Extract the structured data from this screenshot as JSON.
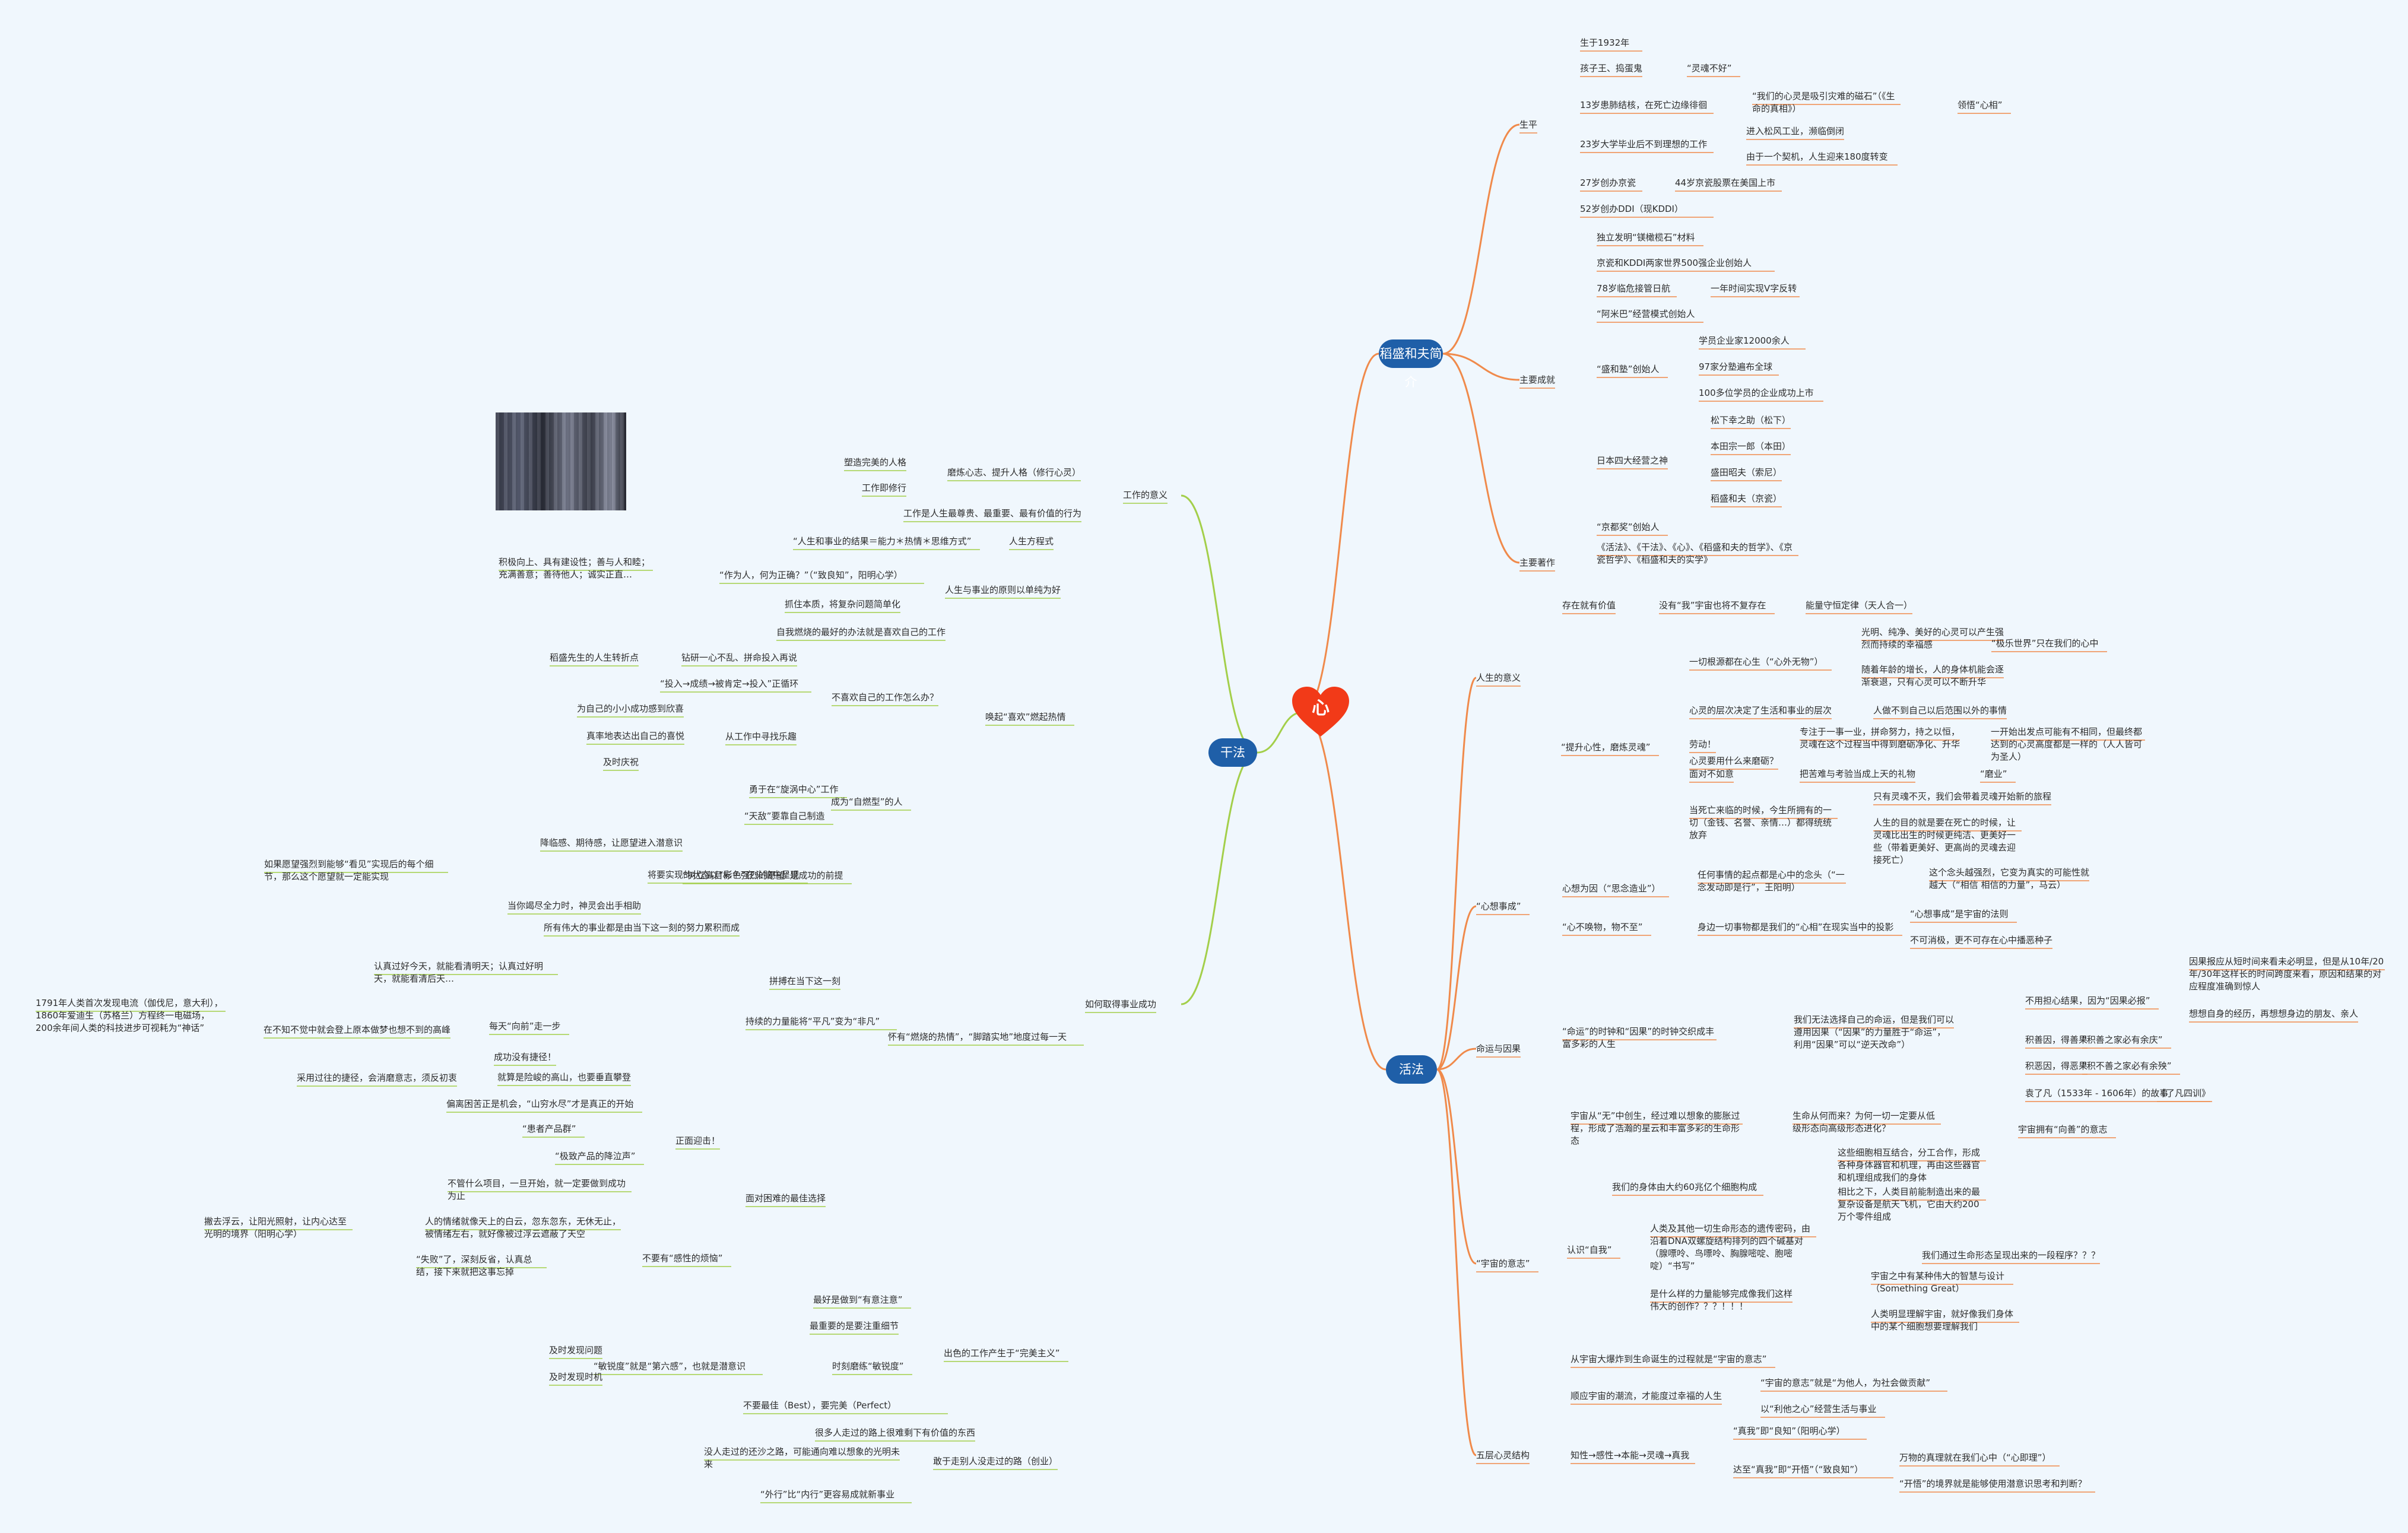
{
  "center": {
    "label": "心"
  },
  "colors": {
    "orange": "#f08a4b",
    "green": "#a3cf4a",
    "node_blue": "#1f5fa8",
    "heart_red": "#f23a18"
  },
  "branches": {
    "intro": {
      "label": "稻盛和夫简介"
    },
    "work": {
      "label": "干法"
    },
    "life": {
      "label": "活法"
    }
  },
  "texts": [
    "生平",
    "生于1932年",
    "孩子王、捣蛋鬼",
    "“灵魂不好”",
    "13岁患肺结核，在死亡边缘徘徊",
    "“我们的心灵是吸引灾难的磁石”（《生命的真相》）",
    "领悟“心相”",
    "23岁大学毕业后不到理想的工作",
    "进入松风工业，濒临倒闭",
    "由于一个契机，人生迎来180度转变",
    "27岁创办京瓷",
    "44岁京瓷股票在美国上市",
    "52岁创办DDI（现KDDI）",
    "主要成就",
    "独立发明“镁橄榄石”材料",
    "京瓷和KDDI两家世界500强企业创始人",
    "78岁临危接管日航",
    "一年时间实现V字反转",
    "“阿米巴”经营模式创始人",
    "“盛和塾”创始人",
    "学员企业家12000余人",
    "97家分塾遍布全球",
    "100多位学员的企业成功上市",
    "日本四大经营之神",
    "松下幸之助（松下）",
    "本田宗一郎（本田）",
    "盛田昭夫（索尼）",
    "稻盛和夫（京瓷）",
    "“京都奖”创始人",
    "主要著作",
    "《活法》、《干法》、《心》、《稻盛和夫的哲学》、《京瓷哲学》、《稻盛和夫的实学》",
    "人生的意义",
    "存在就有价值",
    "没有“我”宇宙也将不复存在",
    "能量守恒定律（天人合一）",
    "一切根源都在心生（“心外无物”）",
    "光明、纯净、美好的心灵可以产生强烈而持续的幸福感",
    "“极乐世界”只在我们的心中",
    "随着年龄的增长，人的身体机能会逐渐衰退，只有心灵可以不断升华",
    "心灵的层次决定了生活和事业的层次",
    "人做不到自己以后范围以外的事情",
    "心灵要用什么来磨砺？",
    "劳动！",
    "专注于一事一业，拼命努力，持之以恒，灵魂在这个过程当中得到磨砺净化、升华",
    "一开始出发点可能有不相同，但最终都达到的心灵高度都是一样的（人人皆可为圣人）",
    "面对不如意",
    "把苦难与考验当成上天的礼物",
    "“磨业”",
    "“提升心性，磨炼灵魂”",
    "当死亡来临的时候，今生所拥有的一切（金钱、名誉、亲情…）都得统统放弃",
    "只有灵魂不灭，我们会带着灵魂开始新的旅程",
    "人生的目的就是要在死亡的时候，让灵魂比出生的时候更纯洁、更美好一些（带着更美好、更高尚的灵魂去迎接死亡）",
    "“心想事成”",
    "心想为因（“思念造业”）",
    "任何事情的起点都是心中的念头（“一念发动即是行”，王阳明）",
    "这个念头越强烈，它变为真实的可能性就越大（“相信 相信的力量”，马云）",
    "“心不唤物，物不至”",
    "身边一切事物都是我们的“心相”在现实当中的投影",
    "“心想事成”是宇宙的法则",
    "不可消极，更不可存在心中播恶种子",
    "命运与因果",
    "“命运”的时钟和“因果”的时钟交织成丰富多彩的人生",
    "我们无法选择自己的命运，但是我们可以遵用因果（“因果”的力量胜于“命运”，利用“因果”可以“逆天改命”）",
    "不用担心结果，因为“因果必报”",
    "因果报应从短时间来看未必明显，但是从10年/20年/30年这样长的时间跨度来看，原因和结果的对应程度准确到惊人",
    "想想自身的经历，再想想身边的朋友、亲人",
    "积善因，得善果",
    "“积善之家必有余庆”",
    "积恶因，得恶果",
    "“积不善之家必有余殃”",
    "袁了凡（1533年 - 1606年）的故事",
    "《了凡四训》",
    "“宇宙的意志”",
    "宇宙从“无”中创生，经过难以想象的膨胀过程，形成了浩瀚的星云和丰富多彩的生命形态",
    "生命从何而来？为何一切一定要从低级形态向高级形态进化？",
    "宇宙拥有“向善”的意志",
    "认识“自我”",
    "我们的身体由大约60兆亿个细胞构成",
    "这些细胞相互结合，分工合作，形成各种身体器官和机理，再由这些器官和机理组成我们的身体",
    "相比之下，人类目前能制造出来的最复杂设备是航天飞机，它由大约200万个零件组成",
    "人类及其他一切生命形态的遗传密码，由沿着DNA双螺旋结构排列的四个碱基对（腺嘌呤、鸟嘌呤、胸腺嘧啶、胞嘧啶）“书写”",
    "我们通过生命形态呈现出来的一段程序？？？",
    "是什么样的力量能够完成像我们这样伟大的创作？？？！！！",
    "宇宙之中有某种伟大的智慧与设计（Something Great）",
    "人类明显理解宇宙，就好像我们身体中的某个细胞想要理解我们",
    "从宇宙大爆炸到生命诞生的过程就是“宇宙的意志”",
    "顺应宇宙的潮流，才能度过幸福的人生",
    "“宇宙的意志”就是“为他人，为社会做贡献”",
    "以“利他之心”经营生活与事业",
    "五层心灵结构",
    "知性→感性→本能→灵魂→真我",
    "“真我”即“良知”（阳明心学）",
    "达至“真我”即“开悟”（“致良知”）",
    "万物的真理就在我们心中（“心即理”）",
    "“开悟”的境界就是能够使用潜意识思考和判断？",
    "工作的意义",
    "磨炼心志、提升人格（修行心灵）",
    "塑造完美的人格",
    "工作即修行",
    "工作是人生最尊贵、最重要、最有价值的行为",
    "如何取得事业成功",
    "人生方程式",
    "“人生和事业的结果＝能力＊热情＊思维方式”",
    "人生与事业的原则以单纯为好",
    "积极向上、具有建设性；善与人和睦；充满善意；善待他人；诚实正直…",
    "“作为人，何为正确？”（“致良知”，阳明心学）",
    "抓住本质，将复杂问题简单化",
    "自我燃烧的最好的办法就是喜欢自己的工作",
    "唤起“喜欢”燃起热情",
    "不喜欢自己的工作怎么办？",
    "稻盛先生的人生转折点",
    "钻研一心不乱、拼命投入再说",
    "“投入→成绩→被肯定→投入”正循环",
    "从工作中寻找乐趣",
    "为自己的小小成功感到欣喜",
    "真率地表达出自己的喜悦",
    "及时庆祝",
    "成为“自燃型”的人",
    "勇于在“旋涡中心”工作",
    "“天敌”要靠自己制造",
    "怀有“燃烧的热情”，“脚踏实地”地度过每一天",
    "“树立高目标＋强烈的愿望”是成功的前提",
    "降临感、期待感，让愿望进入潜意识",
    "将要实现的状态以“彩色”在头脑中呈现",
    "如果愿望强烈到能够“看见”实现后的每个细节，那么这个愿望就一定能实现",
    "当你竭尽全力时，神灵会出手相助",
    "拼搏在当下这一刻",
    "所有伟大的事业都是由当下这一刻的努力累积而成",
    "持续的力量能将“平凡”变为“非凡”",
    "认真过好今天，就能看清明天；认真过好明天，就能看清后天…",
    "每天“向前”走一步",
    "在不知不觉中就会登上原本做梦也想不到的高峰",
    "1791年人类首次发现电流（伽伐尼，意大利），1860年爱迪生（苏格兰）方程终一电磁场，200余年间人类的科技进步可视耗为“神话”",
    "成功没有捷径！",
    "面对困难的最佳选择",
    "就算是险峻的高山，也要垂直攀登",
    "采用过往的捷径，会消磨意志，须反初衷",
    "正面迎击！",
    "偏离困苦正是机会，“山穷水尽”才是真正的开始",
    "“患者产品群”",
    "“极致产品的降泣声”",
    "不管什么项目，一旦开始，就一定要做到成功为止",
    "不要有“感性的烦恼”",
    "人的情绪就像天上的白云，忽东忽东，无休无止，被情绪左右，就好像被过浮云遮蔽了天空",
    "撇去浮云，让阳光照射，让内心达至光明的境界（阳明心学）",
    "“失败”了，深刻反省，认真总结，接下来就把这事忘掉",
    "出色的工作产生于“完美主义”",
    "最好是做到“有意注意”",
    "最重要的是要注重细节",
    "时刻磨练“敏锐度”",
    "“敏锐度”就是“第六感”，也就是潜意识",
    "及时发现问题",
    "及时发现时机",
    "不要最佳（Best），要完美（Perfect）",
    "敢于走别人没走过的路（创业）",
    "很多人走过的路上很难剩下有价值的东西",
    "没人走过的还沙之路，可能通向难以想象的光明未来",
    "“外行”比“内行”更容易成就新事业"
  ]
}
